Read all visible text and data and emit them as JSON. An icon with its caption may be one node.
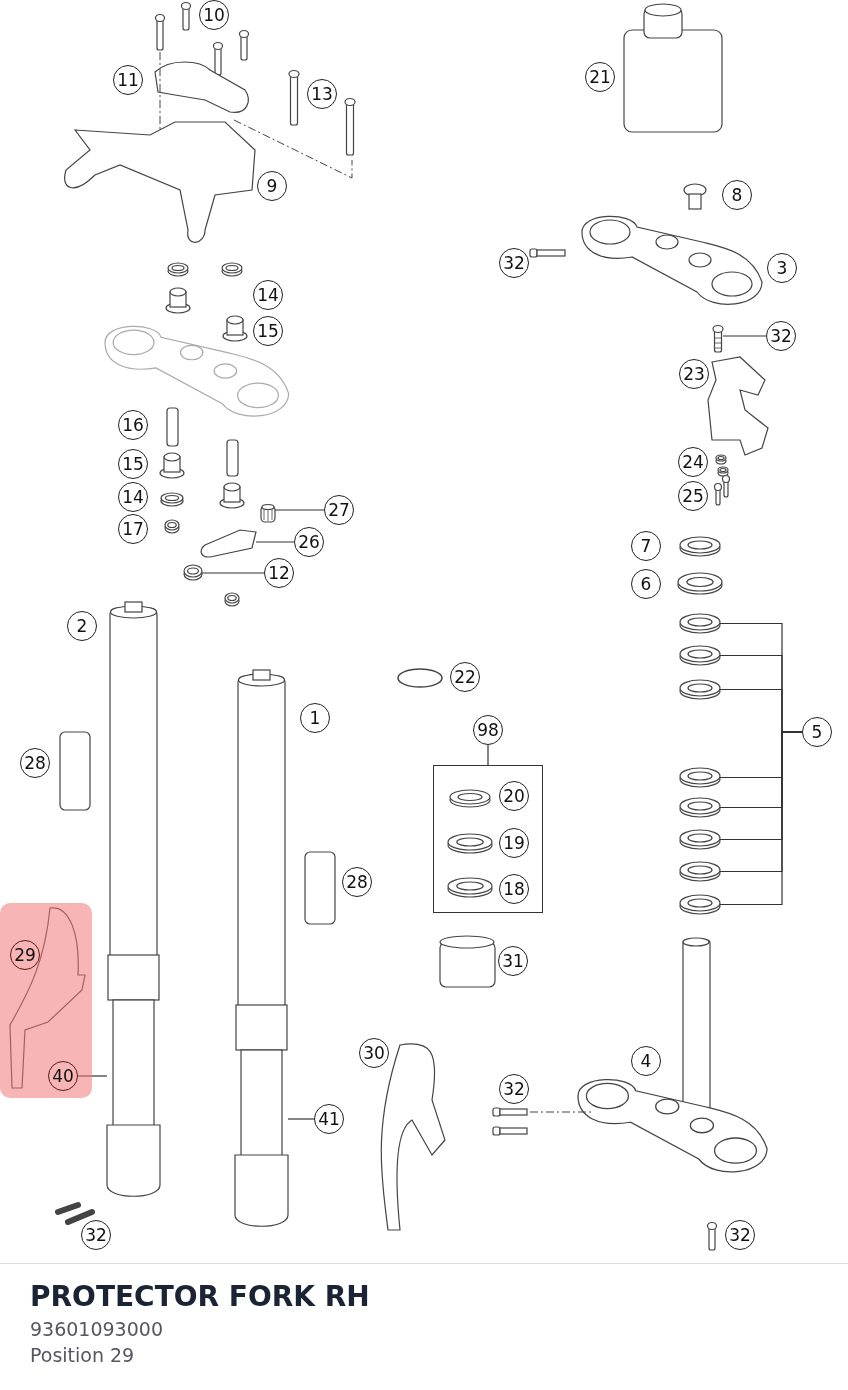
{
  "diagram": {
    "title": "PROTECTOR FORK RH",
    "nodes": [
      {
        "text": [
          "10"
        ]
      },
      {
        "text": [
          "11"
        ]
      },
      {
        "text": [
          "13"
        ]
      },
      {
        "text": [
          "21"
        ]
      },
      {
        "text": [
          "9"
        ]
      },
      {
        "text": [
          "8"
        ]
      },
      {
        "text": [
          "32"
        ]
      },
      {
        "text": [
          "3"
        ]
      },
      {
        "text": [
          "14"
        ]
      },
      {
        "text": [
          "15"
        ]
      },
      {
        "text": [
          "32"
        ]
      },
      {
        "text": [
          "23"
        ]
      },
      {
        "text": [
          "16"
        ]
      },
      {
        "text": [
          "24"
        ]
      },
      {
        "text": [
          "15"
        ]
      },
      {
        "text": [
          "25"
        ]
      },
      {
        "text": [
          "14"
        ]
      },
      {
        "text": [
          "27"
        ]
      },
      {
        "text": [
          "17"
        ]
      },
      {
        "text": [
          "26"
        ]
      },
      {
        "text": [
          "7"
        ]
      },
      {
        "text": [
          "12"
        ]
      },
      {
        "text": [
          "6"
        ]
      },
      {
        "text": [
          "2"
        ]
      },
      {
        "text": [
          "22"
        ]
      },
      {
        "text": [
          "1"
        ]
      },
      {
        "text": [
          "98"
        ]
      },
      {
        "text": [
          "5"
        ]
      },
      {
        "text": [
          "28"
        ]
      },
      {
        "text": [],
        "shape": "box"
      },
      {
        "text": [
          "20"
        ],
        "in": 29
      },
      {
        "text": [
          "19"
        ],
        "in": 29
      },
      {
        "text": [
          "18"
        ],
        "in": 29
      },
      {
        "text": [
          "28"
        ]
      },
      {
        "text": [],
        "shape": "box"
      },
      {
        "text": [
          "29"
        ],
        "in": 34
      },
      {
        "text": [
          "31"
        ]
      },
      {
        "text": [
          "30"
        ]
      },
      {
        "text": [
          "4"
        ]
      },
      {
        "text": [
          "40"
        ],
        "in": 34
      },
      {
        "text": [
          "32"
        ]
      },
      {
        "text": [
          "41"
        ]
      },
      {
        "text": [
          "32"
        ]
      },
      {
        "text": [
          "32"
        ]
      },
      {
        "text": [],
        "shape": "picture"
      },
      {
        "text": [],
        "shape": "picture"
      },
      {
        "text": [],
        "shape": "picture"
      },
      {
        "text": [],
        "shape": "picture"
      },
      {
        "text": [],
        "shape": "picture"
      },
      {
        "text": [],
        "shape": "picture"
      },
      {
        "text": [],
        "shape": "picture"
      },
      {
        "text": [],
        "shape": "picture"
      },
      {
        "text": [],
        "shape": "picture"
      },
      {
        "text": [],
        "shape": "picture"
      },
      {
        "text": [],
        "shape": "picture"
      },
      {
        "text": [],
        "shape": "picture"
      },
      {
        "text": [],
        "shape": "picture"
      },
      {
        "text": [],
        "shape": "picture"
      }
    ],
    "edges": [
      {
        "from": 10,
        "to": 44,
        "arrow": "none"
      },
      {
        "from": 17,
        "to": 45,
        "arrow": "none"
      },
      {
        "from": 19,
        "to": 46,
        "arrow": "none"
      },
      {
        "from": 21,
        "to": 47,
        "arrow": "none"
      },
      {
        "from": 26,
        "to": 29,
        "arrow": "none"
      },
      {
        "from": 27,
        "to": 48,
        "arrow": "none"
      },
      {
        "from": 27,
        "to": 49,
        "arrow": "none"
      },
      {
        "from": 27,
        "to": 50,
        "arrow": "none"
      },
      {
        "from": 27,
        "to": 51,
        "arrow": "none"
      },
      {
        "from": 27,
        "to": 52,
        "arrow": "none"
      },
      {
        "from": 27,
        "to": 53,
        "arrow": "none"
      },
      {
        "from": 27,
        "to": 54,
        "arrow": "none"
      },
      {
        "from": 27,
        "to": 55,
        "arrow": "none"
      },
      {
        "from": 39,
        "to": 56,
        "arrow": "none"
      },
      {
        "from": 41,
        "to": 57,
        "arrow": "none"
      }
    ],
    "labels": [
      "93601093000",
      "Position 29"
    ]
  }
}
